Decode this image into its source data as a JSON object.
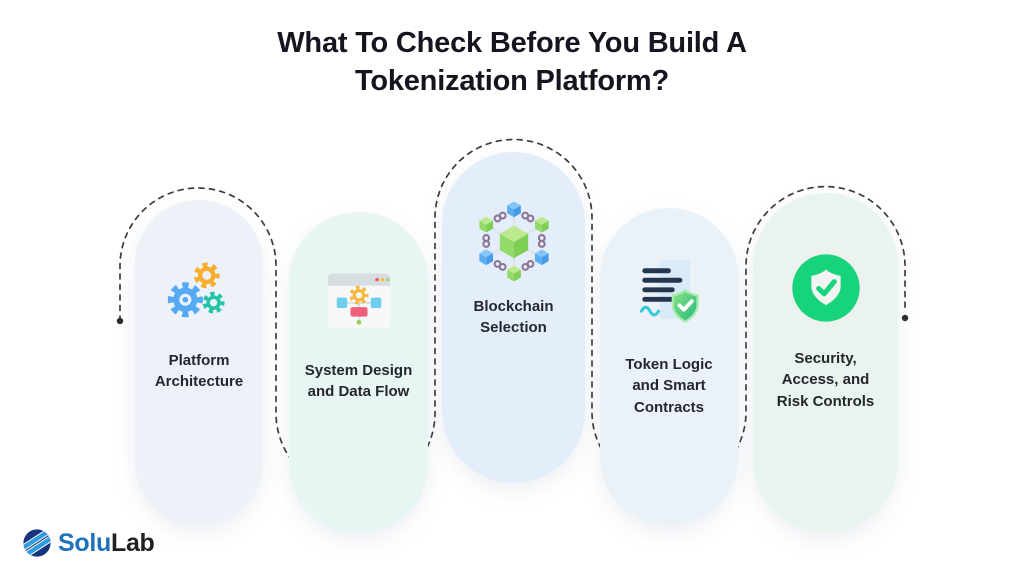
{
  "title": "What To Check Before You Build A\nTokenization Platform?",
  "steps": [
    {
      "label": "Platform\nArchitecture",
      "icon": "gears-icon",
      "bg": "#edf1f8"
    },
    {
      "label": "System Design\nand Data Flow",
      "icon": "window-flowchart-icon",
      "bg": "#e7f5f3"
    },
    {
      "label": "Blockchain\nSelection",
      "icon": "blockchain-network-icon",
      "bg": "#e4eefa"
    },
    {
      "label": "Token Logic\nand Smart\nContracts",
      "icon": "contract-shield-icon",
      "bg": "#eaf1f7"
    },
    {
      "label": "Security,\nAccess, and\nRisk Controls",
      "icon": "shield-check-icon",
      "bg": "#e9f4ef"
    }
  ],
  "brand": {
    "name_primary": "Solu",
    "name_secondary": "Lab",
    "icon": "solulab-sphere-icon"
  },
  "colors": {
    "title_text": "#15151f",
    "label_text": "#26262e",
    "dashed_line": "#3c3c3c",
    "accent_blue": "#55aaf3",
    "accent_orange": "#f8ae2c",
    "accent_teal": "#22c3a6",
    "accent_green": "#17d47c",
    "cube_green": "#93da68",
    "cube_blue": "#5cacf2",
    "chain_purple": "#8d7494",
    "doc_blue": "#d9eaf8",
    "bar_navy": "#25374f",
    "pink_node": "#f06079",
    "brand_blue": "#1d72b9",
    "brand_dark": "#221f20"
  }
}
